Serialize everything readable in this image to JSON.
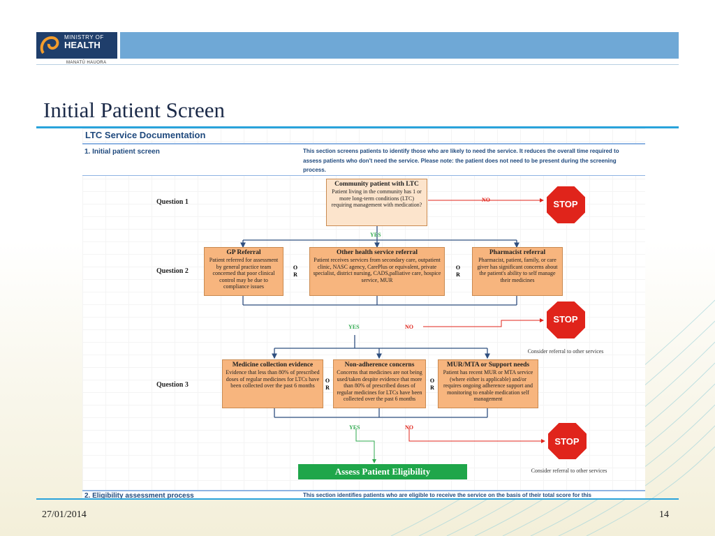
{
  "logo": {
    "line1": "MINISTRY OF",
    "line2": "HEALTH",
    "sub": "MANATŪ HAUORA"
  },
  "slide_title": "Initial Patient Screen",
  "document": {
    "heading": "LTC Service Documentation",
    "section1": {
      "title": "1. Initial patient screen",
      "description": "This section screens patients to identify those who are likely to need the service.  It reduces the overall time required to assess patients who don't need the service.  Please note: the patient does not need to be present during the screening process."
    },
    "section2": {
      "title": "2. Eligibility assessment process",
      "description": "This section identifies patients who are eligible to receive the service on the basis of their total score for this"
    }
  },
  "flowchart": {
    "q1_label": "Question 1",
    "q2_label": "Question 2",
    "q3_label": "Question 3",
    "q1_box": {
      "title": "Community patient with LTC",
      "text": "Patient living in the community has 1 or more long-term conditions (LTC) requiring management with medication?"
    },
    "q2_boxes": [
      {
        "title": "GP Referral",
        "text": "Patient referred for assessment by general practice team concerned that poor clinical control may be due to compliance issues"
      },
      {
        "title": "Other health service referral",
        "text": "Patient receives services from secondary care, outpatient clinic, NASC agency, CarePlus or equivalent, private specialist, district nursing, CADS,palliative care, hospice service, MUR"
      },
      {
        "title": "Pharmacist referral",
        "text": "Pharmacist, patient, family, or care giver has significant concerns about the patient's ability to self manage their medicines"
      }
    ],
    "q3_boxes": [
      {
        "title": "Medicine collection evidence",
        "text": "Evidence that less than 80% of prescribed doses of regular medicines for LTCs have been collected over the past 6 months"
      },
      {
        "title": "Non-adherence concerns",
        "text": "Concerns that medicines are not being used/taken despite evidence that more than 80% of prescribed doses of regular medicines for LTCs have been collected over the past 6 months"
      },
      {
        "title": "MUR/MTA or Support needs",
        "text": "Patient has recent MUR or MTA service (where either is applicable) and/or requires ongoing adherence support and monitoring to enable medication self management"
      }
    ],
    "or_label": "O R",
    "yes_label": "YES",
    "no_label": "NO",
    "stop_label": "STOP",
    "consider_text": "Consider referral to other services",
    "assess_label": "Assess Patient Eligibility",
    "colors": {
      "stop": "#e0241b",
      "yes": "#2ea84d",
      "no": "#e0241b",
      "box_light": "#fce4cc",
      "box_orange": "#f7b57e",
      "assess": "#1fa64a"
    }
  },
  "footer": {
    "date": "27/01/2014",
    "page": "14"
  }
}
